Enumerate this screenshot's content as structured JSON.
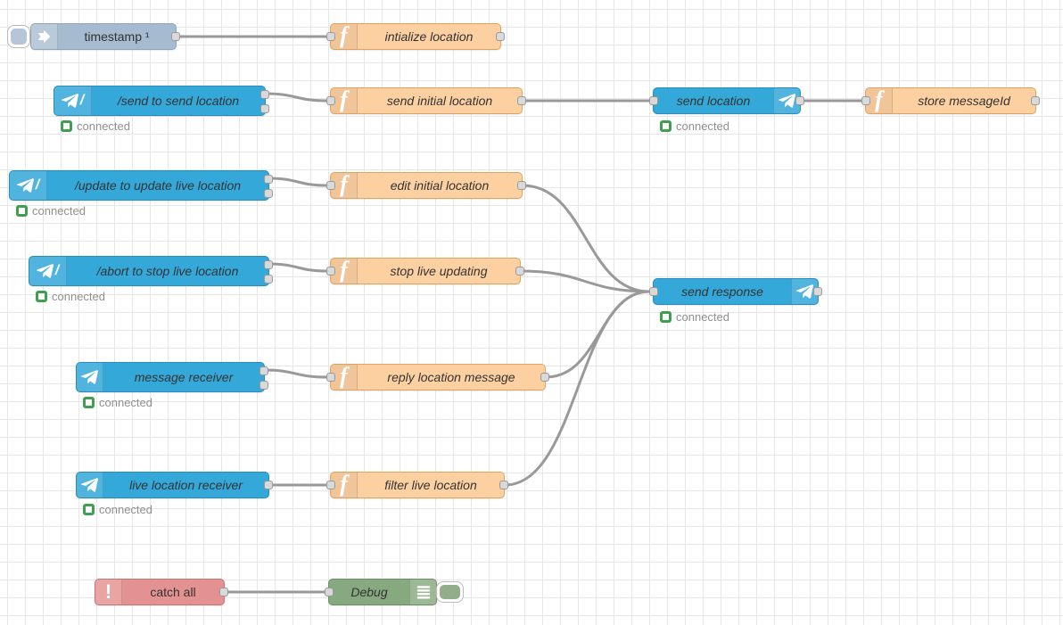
{
  "nodes": {
    "timestamp": {
      "label": "timestamp ¹"
    },
    "initialize_location": {
      "label": "intialize location"
    },
    "send_cmd": {
      "label": "/send to send location"
    },
    "send_initial_location": {
      "label": "send initial location"
    },
    "send_location": {
      "label": "send location"
    },
    "store_messageid": {
      "label": "store messageId"
    },
    "update_cmd": {
      "label": "/update to update live location"
    },
    "edit_initial_location": {
      "label": "edit initial location"
    },
    "abort_cmd": {
      "label": "/abort to stop live location"
    },
    "stop_live_updating": {
      "label": "stop live updating"
    },
    "send_response": {
      "label": "send response"
    },
    "message_receiver": {
      "label": "message receiver"
    },
    "reply_location_message": {
      "label": "reply location message"
    },
    "live_location_receiver": {
      "label": "live location receiver"
    },
    "filter_live_location": {
      "label": "filter live location"
    },
    "catch_all": {
      "label": "catch all"
    },
    "debug": {
      "label": "Debug"
    }
  },
  "status": {
    "connected": "connected"
  },
  "icons": {
    "slash_glyph": "/",
    "function_glyph": "f",
    "exclamation_glyph": "!"
  },
  "colors": {
    "inject_node": "#a6bbcf",
    "telegram_node": "#35a8da",
    "function_node": "#fdd0a2",
    "catch_node": "#e49191",
    "debug_node": "#87a980",
    "status_green": "#3f9e4f",
    "wire": "#999999",
    "port": "#d9d9d9"
  }
}
